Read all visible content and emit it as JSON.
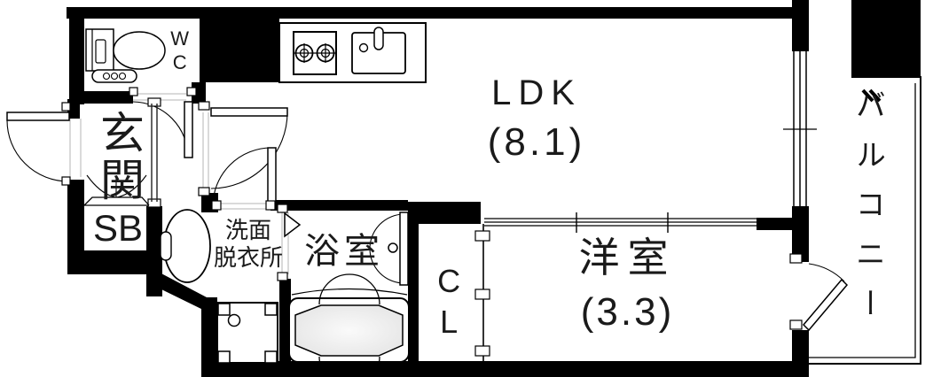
{
  "rooms": {
    "wc": {
      "label": "WC"
    },
    "genkan": {
      "label": "玄関"
    },
    "shoe_box": {
      "label": "SB"
    },
    "washroom": {
      "line1": "洗面",
      "line2": "脱衣所"
    },
    "bathroom": {
      "label": "浴室"
    },
    "closet": {
      "label": "CL"
    },
    "ldk": {
      "label": "LDK",
      "size": "(8.1)"
    },
    "western_room": {
      "label": "洋室",
      "size": "(3.3)"
    },
    "balcony": {
      "label": "バルコニー"
    }
  },
  "fixtures": [
    "toilet",
    "kitchen-stove",
    "kitchen-sink",
    "washbasin",
    "washing-machine-pan",
    "bathtub"
  ],
  "colors": {
    "wall": "#000000",
    "background": "#ffffff",
    "line": "#1a1a1a",
    "tub_fill": "#ececec"
  }
}
